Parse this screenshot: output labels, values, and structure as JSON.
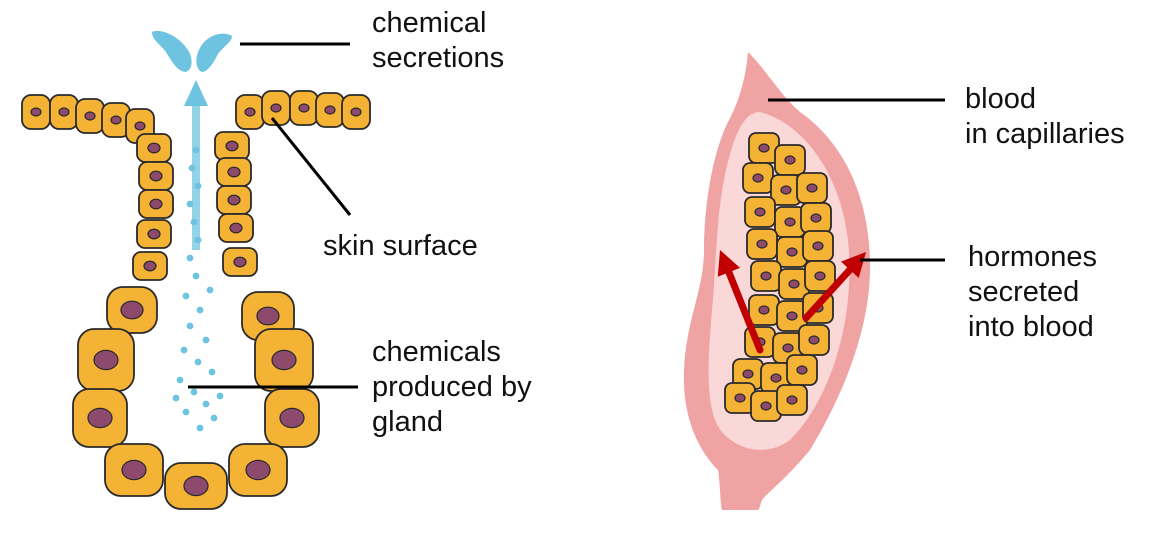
{
  "labels": {
    "chemical_secretions": "chemical\nsecretions",
    "skin_surface": "skin surface",
    "chemicals_produced": "chemicals\nproduced by\ngland",
    "blood_in_capillaries": "blood\nin capillaries",
    "hormones_secreted": "hormones\nsecreted\ninto blood"
  },
  "colors": {
    "cell_fill": "#F5B335",
    "cell_stroke": "#2A2A2A",
    "nucleus": "#8E4A6C",
    "secretion": "#6EC4E0",
    "blood_vessel": "#F0A3A3",
    "blood_inner": "#FBD8D8",
    "arrow": "#C00000",
    "leader_line": "#000000"
  },
  "icons": {
    "exocrine_gland": "exocrine-gland-icon",
    "endocrine_gland": "endocrine-gland-icon"
  }
}
